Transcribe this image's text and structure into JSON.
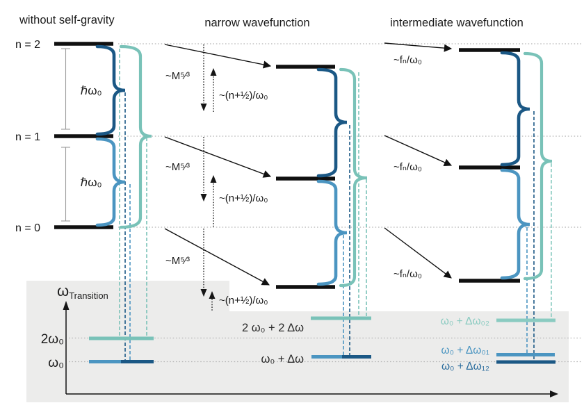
{
  "colors": {
    "dark": "#1b5885",
    "mid": "#4b95c1",
    "teal": "#79c2b8",
    "teal_light": "#8acbc1",
    "dark_text": "#2c6d9d",
    "level": "#101010",
    "panel_bg": "#ececeb",
    "grid": "#b5b5b5"
  },
  "headers": {
    "left": "without self-gravity",
    "middle": "narrow wavefunction",
    "right": "intermediate wavefunction"
  },
  "left_column": {
    "level_labels": [
      "n = 2",
      "n = 1",
      "n = 0"
    ],
    "spacing_labels": [
      "ℏω₀",
      "ℏω₀"
    ]
  },
  "middle_column": {
    "mass_scaling_labels": [
      "~M⁵⁄³",
      "~M⁵⁄³",
      "~M⁵⁄³"
    ],
    "shift_labels": [
      "~(n+½)/ω₀",
      "~(n+½)/ω₀",
      "~(n+½)/ω₀"
    ]
  },
  "right_column": {
    "scaling_labels": [
      "~fₙ/ω₀",
      "~fₙ/ω₀",
      "~fₙ/ω₀"
    ]
  },
  "bottom_panel": {
    "axis_label": {
      "omega": "ω",
      "subscript": "Transition"
    },
    "tick_labels": [
      "2ω₀",
      "ω₀"
    ],
    "middle_labels": [
      "2 ω₀ + 2 Δω",
      "ω₀ + Δω"
    ],
    "right_labels": [
      "ω₀ + Δω₀₂",
      "ω₀ + Δω₀₁",
      "ω₀ + Δω₁₂"
    ]
  }
}
